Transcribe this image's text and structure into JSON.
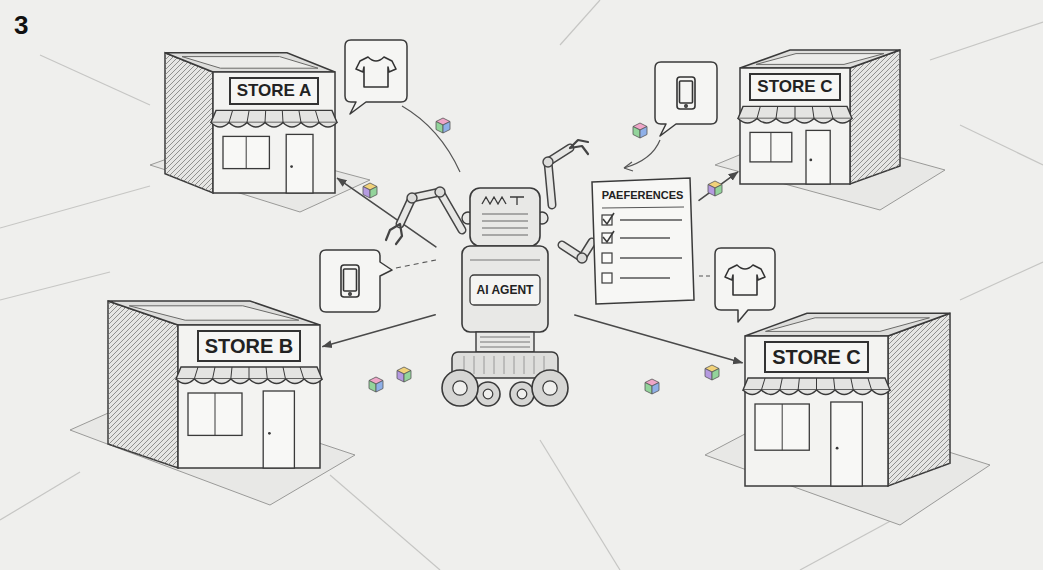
{
  "diagram": {
    "nodes": [
      {
        "text": [
          "STORE A"
        ]
      },
      {
        "text": [
          "STORE C"
        ]
      },
      {
        "text": [
          "AI AGENT"
        ]
      },
      {
        "text": [
          "PAEFERENCES"
        ]
      },
      {
        "text": [
          "STORE B"
        ]
      },
      {
        "text": [
          "STORE C"
        ]
      }
    ],
    "edges": [
      {
        "from": 2,
        "to": 0,
        "arrow": "to"
      },
      {
        "from": 3,
        "to": 1,
        "arrow": "to"
      },
      {
        "from": 2,
        "to": 4,
        "arrow": "to"
      },
      {
        "from": 2,
        "to": 5,
        "arrow": "to"
      }
    ],
    "labels": [
      "3"
    ]
  }
}
